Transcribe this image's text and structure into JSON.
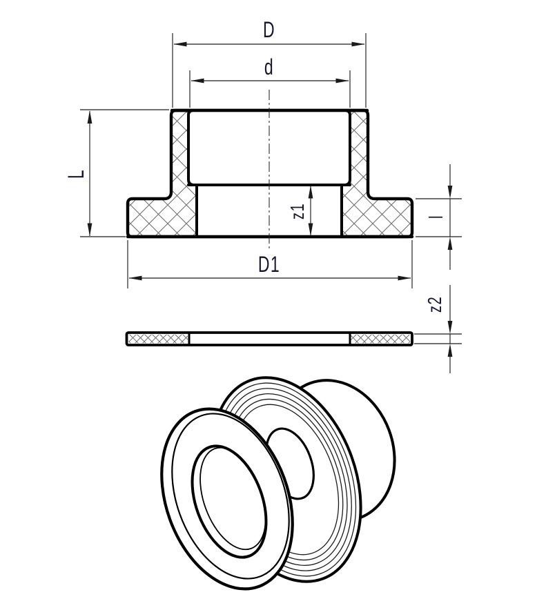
{
  "drawing": {
    "description": "dimensioned section drawing of pipe flange adapter with loose ring and isometric view",
    "background_color": "#ffffff",
    "line_color": "#000000",
    "label_color": "#15152e",
    "hatch_color": "#6f6f6f",
    "views": {
      "section": {
        "name": "sectional view of flange adapter",
        "dimensions": {
          "outer_diameter": "D",
          "socket_diameter": "d",
          "total_height": "L",
          "bore_depth": "z1",
          "flange_diameter": "D1",
          "collar_thickness": "l"
        }
      },
      "ring": {
        "name": "loose ring section view",
        "dimensions": {
          "ring_thickness": "z2"
        }
      },
      "isometric": {
        "name": "isometric view of adapter with loose flange"
      }
    }
  }
}
